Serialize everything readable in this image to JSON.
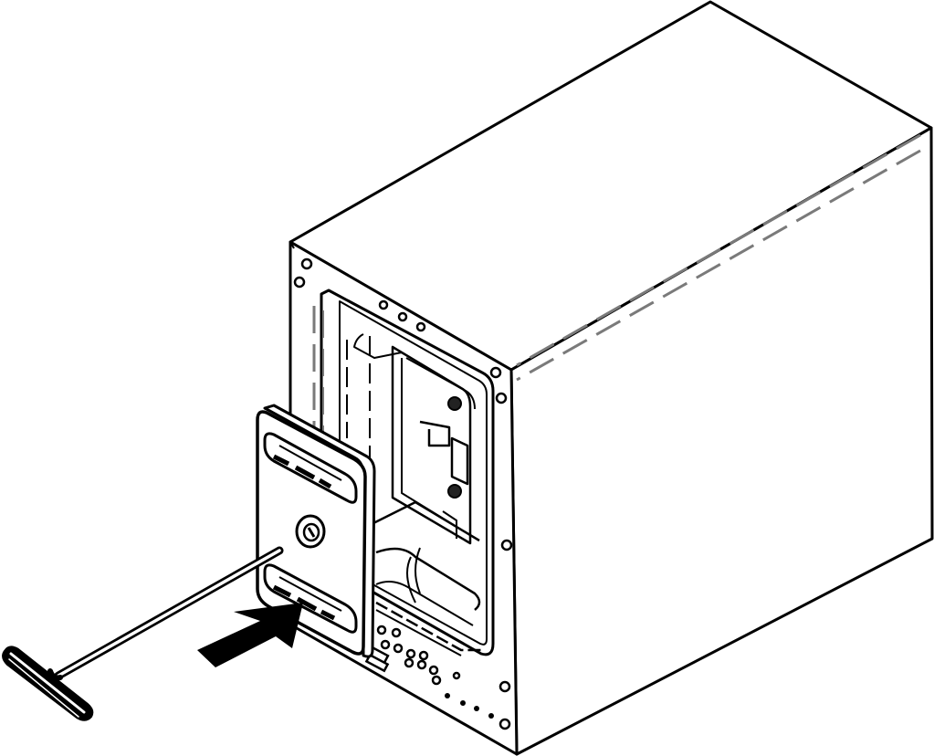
{
  "figure": {
    "type": "line-art illustration",
    "colors": {
      "line": "#000000",
      "background": "#ffffff",
      "hidden_line": "#8a8a8a"
    },
    "parts": [
      {
        "name": "nas-enclosure"
      },
      {
        "name": "drive-tray-panel"
      },
      {
        "name": "hex-key-tool"
      },
      {
        "name": "insert-direction-arrow"
      }
    ]
  }
}
